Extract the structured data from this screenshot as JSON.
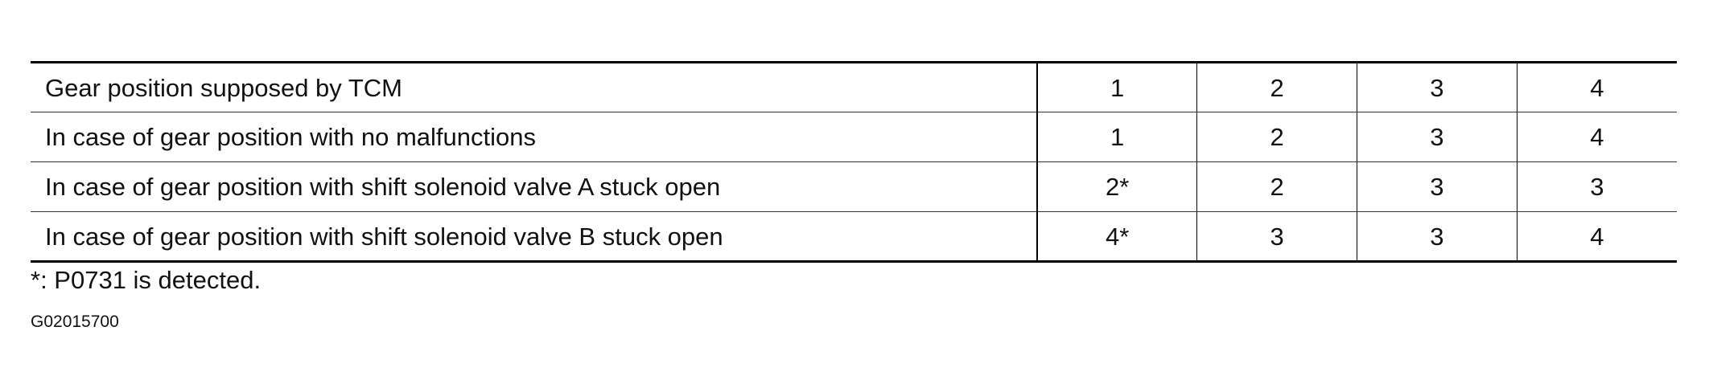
{
  "table": {
    "rows": [
      {
        "label": "Gear position supposed by TCM",
        "values": [
          "1",
          "2",
          "3",
          "4"
        ]
      },
      {
        "label": "In case of gear position with no malfunctions",
        "values": [
          "1",
          "2",
          "3",
          "4"
        ]
      },
      {
        "label": "In case of gear position with shift solenoid valve A stuck open",
        "values": [
          "2*",
          "2",
          "3",
          "3"
        ]
      },
      {
        "label": "In case of gear position with shift solenoid valve B stuck open",
        "values": [
          "4*",
          "3",
          "3",
          "4"
        ]
      }
    ]
  },
  "footnote": "*: P0731 is detected.",
  "figure_id": "G02015700"
}
